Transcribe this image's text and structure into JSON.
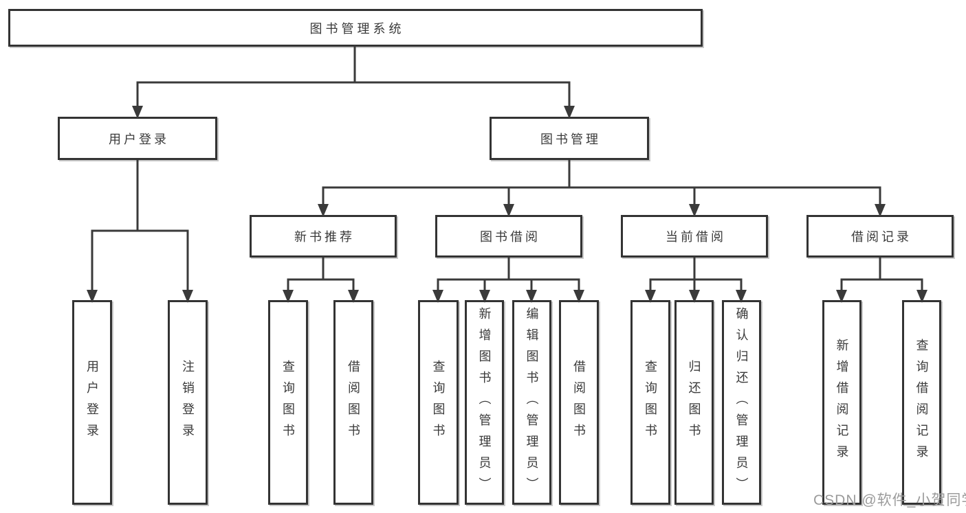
{
  "nodes": {
    "root": "图书管理系统",
    "level2": [
      "用户登录",
      "图书管理"
    ],
    "level3": [
      "新书推荐",
      "图书借阅",
      "当前借阅",
      "借阅记录"
    ],
    "leaves": [
      "用户登录",
      "注销登录",
      "查询图书",
      "借阅图书",
      "查询图书",
      "新增图书（管理员）",
      "编辑图书（管理员）",
      "借阅图书",
      "查询图书",
      "归还图书",
      "确认归还（管理员）",
      "新增借阅记录",
      "查询借阅记录"
    ]
  },
  "watermark": "CSDN @软件_小贺同学",
  "colors": {
    "border": "#333333",
    "line": "#3a3a3a",
    "text": "#3a3a3a",
    "shadow": "#c8c8c8",
    "watermark": "#9b9b9b",
    "background": "#ffffff"
  }
}
